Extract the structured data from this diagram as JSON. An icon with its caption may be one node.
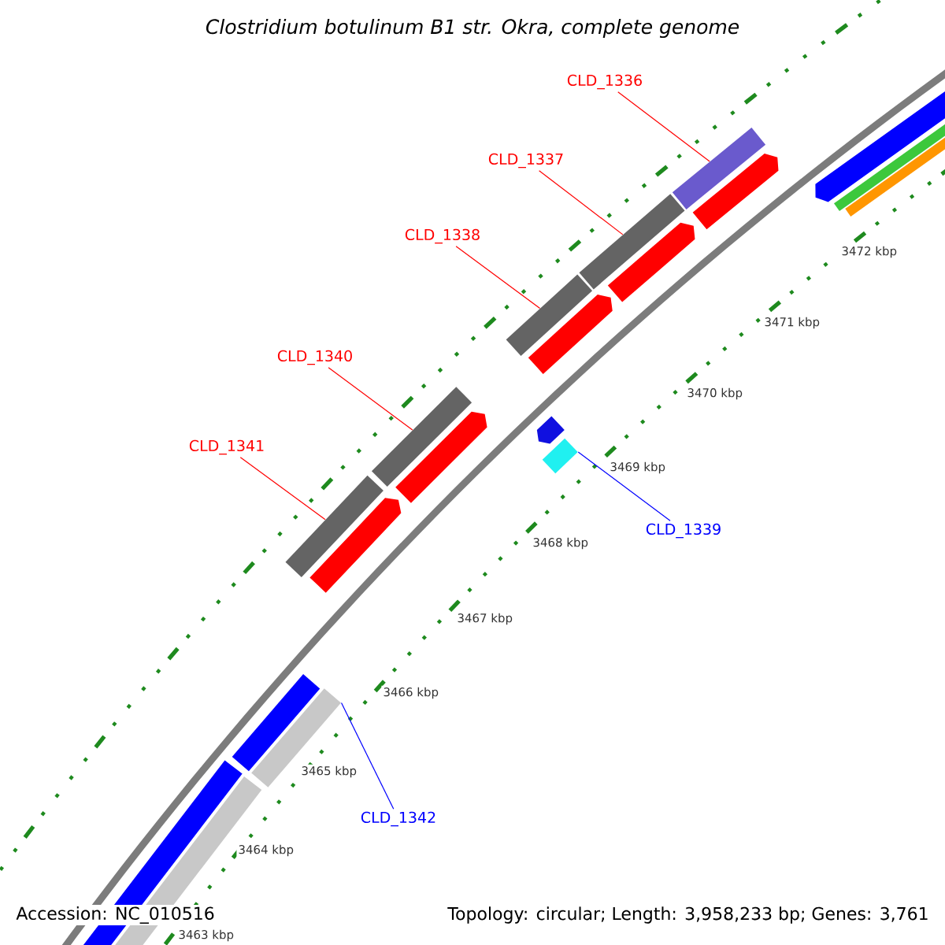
{
  "diagram": {
    "title": "Clostridium botulinum B1 str. Okra, complete genome",
    "nodes": [
      {
        "text": [
          "CLD_1336"
        ]
      },
      {
        "text": [
          "CLD_1337"
        ]
      },
      {
        "text": [
          "CLD_1338"
        ]
      },
      {
        "text": [
          "CLD_1340"
        ]
      },
      {
        "text": [
          "CLD_1341"
        ]
      },
      {
        "text": [
          "CLD_1339"
        ]
      },
      {
        "text": [
          "CLD_1342"
        ]
      },
      {
        "text": [],
        "shape": "box"
      },
      {
        "text": [],
        "shape": "box"
      },
      {
        "text": [],
        "shape": "box"
      },
      {
        "text": [],
        "shape": "box"
      },
      {
        "text": [],
        "shape": "box"
      },
      {
        "text": [],
        "shape": "box"
      },
      {
        "text": [],
        "shape": "box"
      }
    ],
    "edges": [
      {
        "from": 0,
        "to": 7,
        "arrow": "none"
      },
      {
        "from": 1,
        "to": 8,
        "arrow": "none"
      },
      {
        "from": 2,
        "to": 9,
        "arrow": "none"
      },
      {
        "from": 3,
        "to": 10,
        "arrow": "none"
      },
      {
        "from": 4,
        "to": 11,
        "arrow": "none"
      },
      {
        "from": 5,
        "to": 12,
        "arrow": "none",
        "color": "#0000ff"
      },
      {
        "from": 6,
        "to": 13,
        "arrow": "none",
        "color": "#0000ff"
      }
    ],
    "labels": [
      "3472 kbp",
      "3471 kbp",
      "3470 kbp",
      "3469 kbp",
      "3468 kbp",
      "3467 kbp",
      "3466 kbp",
      "3465 kbp",
      "3464 kbp",
      "3463 kbp",
      "Accession: NC_010516",
      "Topology: circular; Length: 3,958,233 bp; Genes: 3,761"
    ]
  }
}
